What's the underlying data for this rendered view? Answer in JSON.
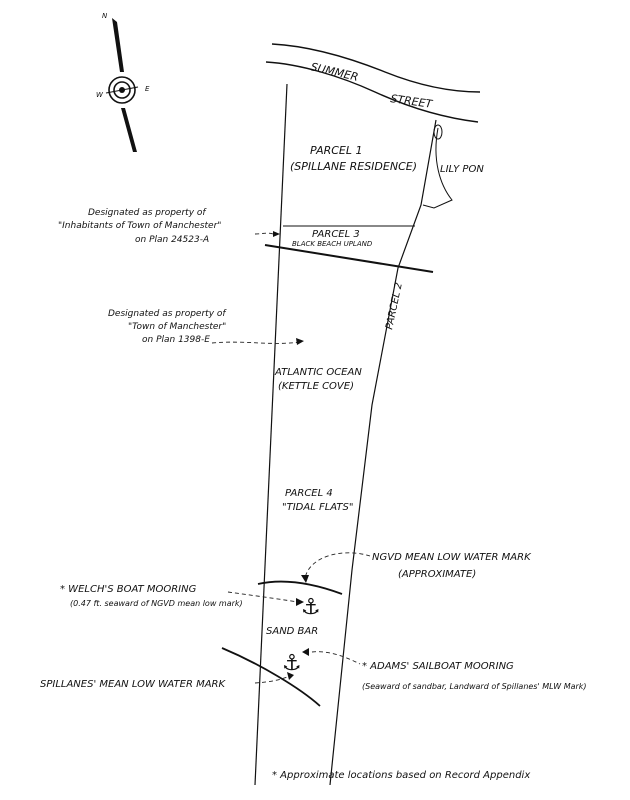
{
  "compass": {
    "north": "N",
    "east": "E",
    "west": "W"
  },
  "streets": {
    "summer": "SUMMER",
    "street": "STREET"
  },
  "pond": "LILY PON",
  "parcels": {
    "p1_title": "PARCEL 1",
    "p1_sub": "(SPILLANE RESIDENCE)",
    "p2": "PARCEL 2",
    "p3": "PARCEL 3",
    "p3_sub": "BLACK BEACH UPLAND",
    "p4_title": "PARCEL 4",
    "p4_sub": "\"TIDAL FLATS\""
  },
  "ocean": {
    "line1": "ATLANTIC OCEAN",
    "line2": "(KETTLE COVE)"
  },
  "notes": {
    "inhab_1": "Designated as property of",
    "inhab_2": "\"Inhabitants of Town of Manchester\"",
    "inhab_3": "on Plan 24523-A",
    "town_1": "Designated as property of",
    "town_2": "\"Town of Manchester\"",
    "town_3": "on Plan 1398-E"
  },
  "marks": {
    "ngvd_1": "NGVD MEAN LOW WATER MARK",
    "ngvd_2": "(APPROXIMATE)",
    "welch_1": "* WELCH'S BOAT MOORING",
    "welch_2": "(0.47 ft. seaward of NGVD mean low mark)",
    "sandbar": "SAND BAR",
    "adams_1": "* ADAMS' SAILBOAT MOORING",
    "adams_2": "(Seaward of sandbar, Landward of Spillanes' MLW Mark)",
    "spillane_mlw": "SPILLANES' MEAN LOW WATER MARK"
  },
  "anchor_glyph": "⚓",
  "footnote": "* Approximate locations based on Record Appendix"
}
